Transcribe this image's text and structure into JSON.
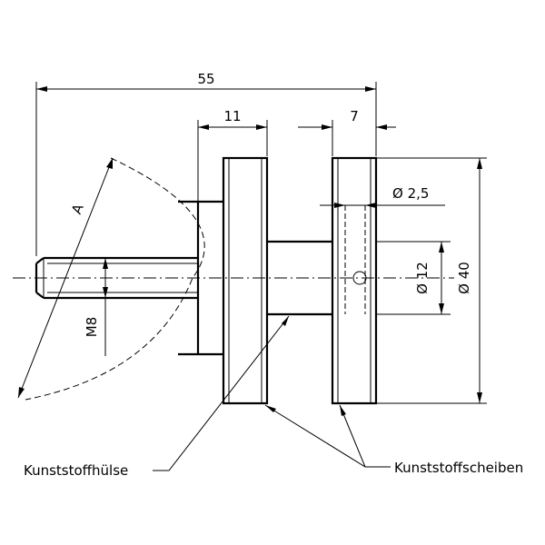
{
  "dimensions": {
    "overall_length": "55",
    "sleeve_width": "11",
    "disc_width": "7",
    "pin_hole_diameter": "Ø 2,5",
    "shaft_diameter": "Ø 12",
    "disc_diameter": "Ø 40",
    "thread": "M8",
    "drill_size": "A"
  },
  "labels": {
    "sleeve": "Kunststoffhülse",
    "discs": "Kunststoffscheiben"
  }
}
